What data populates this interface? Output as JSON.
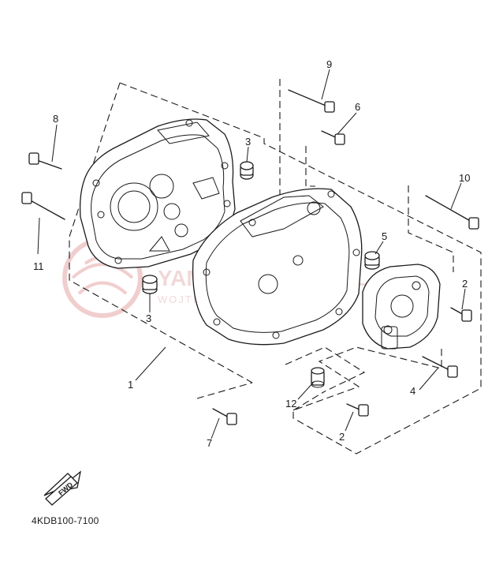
{
  "watermark": {
    "brand": "YAMAHA-PARTS.PL",
    "sub": "WOJTECHOWICZ I DESIGN"
  },
  "callouts": [
    {
      "id": "1",
      "label": "1"
    },
    {
      "id": "2a",
      "label": "2"
    },
    {
      "id": "2b",
      "label": "2"
    },
    {
      "id": "3a",
      "label": "3"
    },
    {
      "id": "3b",
      "label": "3"
    },
    {
      "id": "4",
      "label": "4"
    },
    {
      "id": "5",
      "label": "5"
    },
    {
      "id": "6",
      "label": "6"
    },
    {
      "id": "7",
      "label": "7"
    },
    {
      "id": "8",
      "label": "8"
    },
    {
      "id": "9",
      "label": "9"
    },
    {
      "id": "10",
      "label": "10"
    },
    {
      "id": "11",
      "label": "11"
    },
    {
      "id": "12",
      "label": "12"
    }
  ],
  "fwd_label": "FWD",
  "diagram_code": "4KDB100-7100"
}
